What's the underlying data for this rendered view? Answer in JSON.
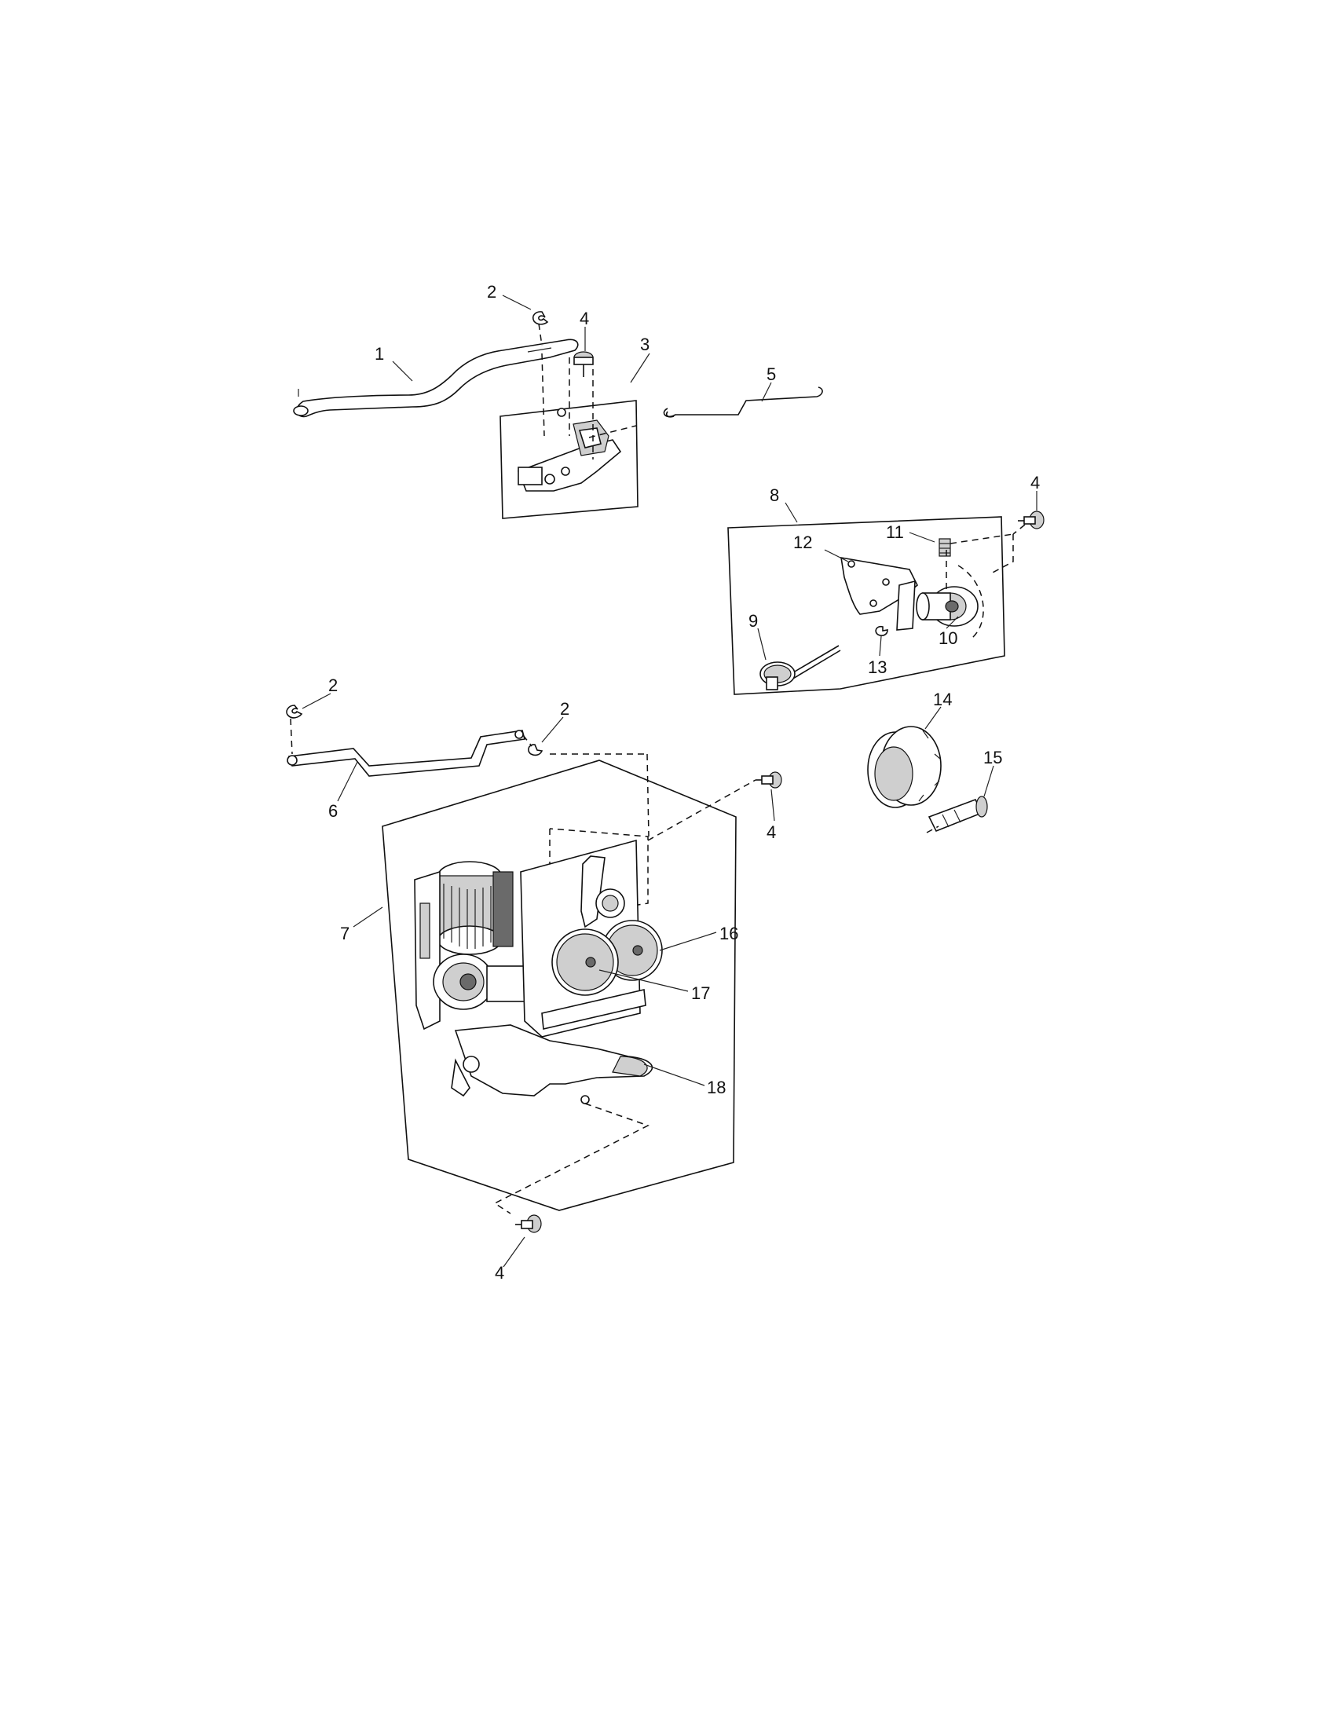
{
  "callouts": {
    "c1": "1",
    "c2a": "2",
    "c3": "3",
    "c4a": "4",
    "c5": "5",
    "c8": "8",
    "c4b": "4",
    "c11": "11",
    "c12": "12",
    "c9": "9",
    "c13": "13",
    "c10": "10",
    "c2b": "2",
    "c2c": "2",
    "c14": "14",
    "c15": "15",
    "c6": "6",
    "c4c": "4",
    "c7": "7",
    "c16": "16",
    "c17": "17",
    "c18": "18",
    "c4d": "4"
  }
}
